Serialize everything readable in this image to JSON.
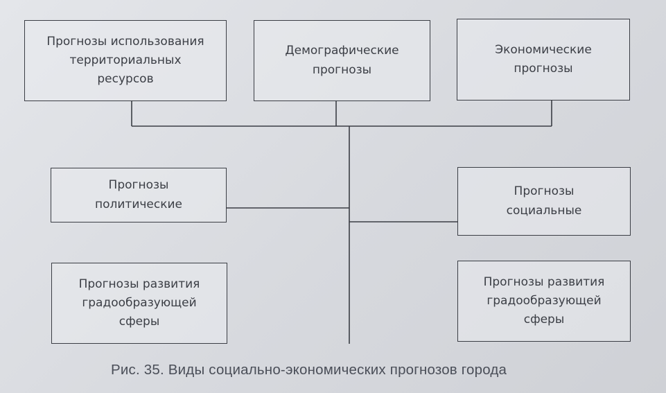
{
  "diagram": {
    "nodes": {
      "territorial": "Прогнозы использования\nтерриториальных\nресурсов",
      "demographic": "Демографические\nпрогнозы",
      "economic": "Экономические\nпрогнозы",
      "political": "Прогнозы\nполитические",
      "social": "Прогнозы\nсоциальные",
      "city_forming_left": "Прогнозы развития\nградообразующей\nсферы",
      "city_forming_right": "Прогнозы развития\nградообразующей\nсферы"
    },
    "caption": "Рис. 35. Виды социально-экономических прогнозов  города",
    "line_color": "#3a3d44"
  }
}
